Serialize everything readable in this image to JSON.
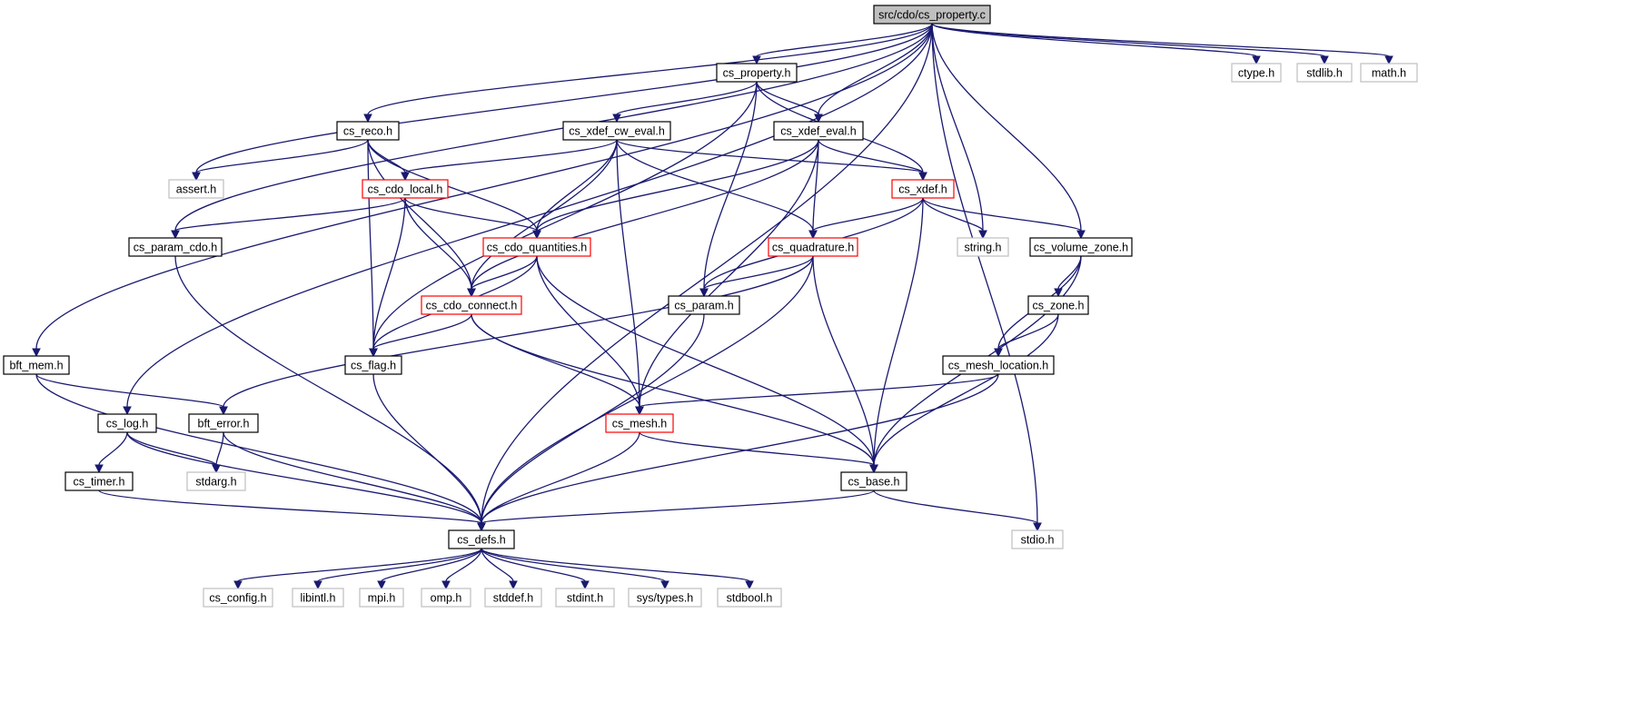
{
  "diagram": {
    "type": "include-dependency-graph",
    "edge_color": "#191970",
    "colors": {
      "root_fill": "#bfbfbf",
      "root_border": "#000000",
      "normal_border": "#000000",
      "truncated_border": "#ff0000",
      "system_border": "#bfbfbf",
      "system_text": "#000000"
    },
    "nodes": [
      {
        "id": "root",
        "label": "src/cdo/cs_property.c",
        "kind": "root"
      },
      {
        "id": "cs_property_h",
        "label": "cs_property.h",
        "kind": "normal"
      },
      {
        "id": "ctype_h",
        "label": "ctype.h",
        "kind": "system"
      },
      {
        "id": "stdlib_h",
        "label": "stdlib.h",
        "kind": "system"
      },
      {
        "id": "math_h",
        "label": "math.h",
        "kind": "system"
      },
      {
        "id": "cs_reco_h",
        "label": "cs_reco.h",
        "kind": "normal"
      },
      {
        "id": "cs_xdef_cw_eval_h",
        "label": "cs_xdef_cw_eval.h",
        "kind": "normal"
      },
      {
        "id": "cs_xdef_eval_h",
        "label": "cs_xdef_eval.h",
        "kind": "normal"
      },
      {
        "id": "assert_h",
        "label": "assert.h",
        "kind": "system"
      },
      {
        "id": "cs_cdo_local_h",
        "label": "cs_cdo_local.h",
        "kind": "truncated"
      },
      {
        "id": "cs_xdef_h",
        "label": "cs_xdef.h",
        "kind": "truncated"
      },
      {
        "id": "cs_param_cdo_h",
        "label": "cs_param_cdo.h",
        "kind": "normal"
      },
      {
        "id": "cs_cdo_quantities_h",
        "label": "cs_cdo_quantities.h",
        "kind": "truncated"
      },
      {
        "id": "cs_quadrature_h",
        "label": "cs_quadrature.h",
        "kind": "truncated"
      },
      {
        "id": "string_h",
        "label": "string.h",
        "kind": "system"
      },
      {
        "id": "cs_volume_zone_h",
        "label": "cs_volume_zone.h",
        "kind": "normal"
      },
      {
        "id": "cs_cdo_connect_h",
        "label": "cs_cdo_connect.h",
        "kind": "truncated"
      },
      {
        "id": "cs_param_h",
        "label": "cs_param.h",
        "kind": "normal"
      },
      {
        "id": "cs_zone_h",
        "label": "cs_zone.h",
        "kind": "normal"
      },
      {
        "id": "bft_mem_h",
        "label": "bft_mem.h",
        "kind": "normal"
      },
      {
        "id": "cs_flag_h",
        "label": "cs_flag.h",
        "kind": "normal"
      },
      {
        "id": "cs_mesh_location_h",
        "label": "cs_mesh_location.h",
        "kind": "normal"
      },
      {
        "id": "cs_log_h",
        "label": "cs_log.h",
        "kind": "normal"
      },
      {
        "id": "bft_error_h",
        "label": "bft_error.h",
        "kind": "normal"
      },
      {
        "id": "cs_mesh_h",
        "label": "cs_mesh.h",
        "kind": "truncated"
      },
      {
        "id": "cs_timer_h",
        "label": "cs_timer.h",
        "kind": "normal"
      },
      {
        "id": "stdarg_h",
        "label": "stdarg.h",
        "kind": "system"
      },
      {
        "id": "cs_base_h",
        "label": "cs_base.h",
        "kind": "normal"
      },
      {
        "id": "cs_defs_h",
        "label": "cs_defs.h",
        "kind": "normal"
      },
      {
        "id": "stdio_h",
        "label": "stdio.h",
        "kind": "system"
      },
      {
        "id": "cs_config_h",
        "label": "cs_config.h",
        "kind": "system"
      },
      {
        "id": "libintl_h",
        "label": "libintl.h",
        "kind": "system"
      },
      {
        "id": "mpi_h",
        "label": "mpi.h",
        "kind": "system"
      },
      {
        "id": "omp_h",
        "label": "omp.h",
        "kind": "system"
      },
      {
        "id": "stddef_h",
        "label": "stddef.h",
        "kind": "system"
      },
      {
        "id": "stdint_h",
        "label": "stdint.h",
        "kind": "system"
      },
      {
        "id": "sys_types_h",
        "label": "sys/types.h",
        "kind": "system"
      },
      {
        "id": "stdbool_h",
        "label": "stdbool.h",
        "kind": "system"
      }
    ],
    "edges": [
      [
        "root",
        "cs_property_h"
      ],
      [
        "root",
        "ctype_h"
      ],
      [
        "root",
        "stdlib_h"
      ],
      [
        "root",
        "math_h"
      ],
      [
        "root",
        "cs_reco_h"
      ],
      [
        "root",
        "cs_xdef_eval_h"
      ],
      [
        "root",
        "assert_h"
      ],
      [
        "root",
        "cs_param_cdo_h"
      ],
      [
        "root",
        "string_h"
      ],
      [
        "root",
        "cs_volume_zone_h"
      ],
      [
        "root",
        "bft_mem_h"
      ],
      [
        "root",
        "cs_log_h"
      ],
      [
        "root",
        "cs_defs_h"
      ],
      [
        "root",
        "stdio_h"
      ],
      [
        "cs_property_h",
        "cs_xdef_cw_eval_h"
      ],
      [
        "cs_property_h",
        "cs_xdef_eval_h"
      ],
      [
        "cs_property_h",
        "cs_xdef_h"
      ],
      [
        "cs_property_h",
        "cs_param_h"
      ],
      [
        "cs_property_h",
        "cs_flag_h"
      ],
      [
        "cs_reco_h",
        "assert_h"
      ],
      [
        "cs_reco_h",
        "cs_cdo_local_h"
      ],
      [
        "cs_reco_h",
        "cs_cdo_quantities_h"
      ],
      [
        "cs_reco_h",
        "cs_cdo_connect_h"
      ],
      [
        "cs_reco_h",
        "cs_flag_h"
      ],
      [
        "cs_xdef_cw_eval_h",
        "cs_cdo_local_h"
      ],
      [
        "cs_xdef_cw_eval_h",
        "cs_xdef_h"
      ],
      [
        "cs_xdef_cw_eval_h",
        "cs_cdo_quantities_h"
      ],
      [
        "cs_xdef_cw_eval_h",
        "cs_quadrature_h"
      ],
      [
        "cs_xdef_cw_eval_h",
        "cs_cdo_connect_h"
      ],
      [
        "cs_xdef_cw_eval_h",
        "cs_mesh_h"
      ],
      [
        "cs_xdef_eval_h",
        "cs_xdef_h"
      ],
      [
        "cs_xdef_eval_h",
        "cs_cdo_quantities_h"
      ],
      [
        "cs_xdef_eval_h",
        "cs_quadrature_h"
      ],
      [
        "cs_xdef_eval_h",
        "cs_cdo_connect_h"
      ],
      [
        "cs_xdef_eval_h",
        "cs_mesh_h"
      ],
      [
        "cs_cdo_local_h",
        "cs_param_cdo_h"
      ],
      [
        "cs_cdo_local_h",
        "cs_cdo_quantities_h"
      ],
      [
        "cs_cdo_local_h",
        "cs_cdo_connect_h"
      ],
      [
        "cs_cdo_local_h",
        "cs_flag_h"
      ],
      [
        "cs_xdef_h",
        "string_h"
      ],
      [
        "cs_xdef_h",
        "cs_volume_zone_h"
      ],
      [
        "cs_xdef_h",
        "cs_quadrature_h"
      ],
      [
        "cs_xdef_h",
        "cs_param_h"
      ],
      [
        "cs_xdef_h",
        "cs_base_h"
      ],
      [
        "cs_param_cdo_h",
        "cs_defs_h"
      ],
      [
        "cs_cdo_quantities_h",
        "cs_cdo_connect_h"
      ],
      [
        "cs_cdo_quantities_h",
        "cs_flag_h"
      ],
      [
        "cs_cdo_quantities_h",
        "cs_mesh_h"
      ],
      [
        "cs_cdo_quantities_h",
        "cs_base_h"
      ],
      [
        "cs_quadrature_h",
        "cs_param_h"
      ],
      [
        "cs_quadrature_h",
        "bft_error_h"
      ],
      [
        "cs_quadrature_h",
        "cs_base_h"
      ],
      [
        "cs_quadrature_h",
        "cs_defs_h"
      ],
      [
        "cs_volume_zone_h",
        "cs_zone_h"
      ],
      [
        "cs_volume_zone_h",
        "cs_mesh_location_h"
      ],
      [
        "cs_volume_zone_h",
        "cs_base_h"
      ],
      [
        "cs_cdo_connect_h",
        "cs_flag_h"
      ],
      [
        "cs_cdo_connect_h",
        "cs_mesh_h"
      ],
      [
        "cs_cdo_connect_h",
        "cs_base_h"
      ],
      [
        "cs_param_h",
        "cs_defs_h"
      ],
      [
        "cs_zone_h",
        "cs_mesh_location_h"
      ],
      [
        "cs_zone_h",
        "cs_base_h"
      ],
      [
        "cs_mesh_location_h",
        "cs_mesh_h"
      ],
      [
        "cs_mesh_location_h",
        "cs_defs_h"
      ],
      [
        "bft_mem_h",
        "bft_error_h"
      ],
      [
        "bft_mem_h",
        "cs_defs_h"
      ],
      [
        "cs_flag_h",
        "cs_defs_h"
      ],
      [
        "cs_log_h",
        "cs_timer_h"
      ],
      [
        "cs_log_h",
        "stdarg_h"
      ],
      [
        "cs_log_h",
        "cs_defs_h"
      ],
      [
        "bft_error_h",
        "stdarg_h"
      ],
      [
        "bft_error_h",
        "cs_defs_h"
      ],
      [
        "cs_mesh_h",
        "cs_base_h"
      ],
      [
        "cs_mesh_h",
        "cs_defs_h"
      ],
      [
        "cs_timer_h",
        "cs_defs_h"
      ],
      [
        "cs_base_h",
        "cs_defs_h"
      ],
      [
        "cs_base_h",
        "stdio_h"
      ],
      [
        "cs_defs_h",
        "cs_config_h"
      ],
      [
        "cs_defs_h",
        "libintl_h"
      ],
      [
        "cs_defs_h",
        "mpi_h"
      ],
      [
        "cs_defs_h",
        "omp_h"
      ],
      [
        "cs_defs_h",
        "stddef_h"
      ],
      [
        "cs_defs_h",
        "stdint_h"
      ],
      [
        "cs_defs_h",
        "sys_types_h"
      ],
      [
        "cs_defs_h",
        "stdbool_h"
      ]
    ]
  }
}
